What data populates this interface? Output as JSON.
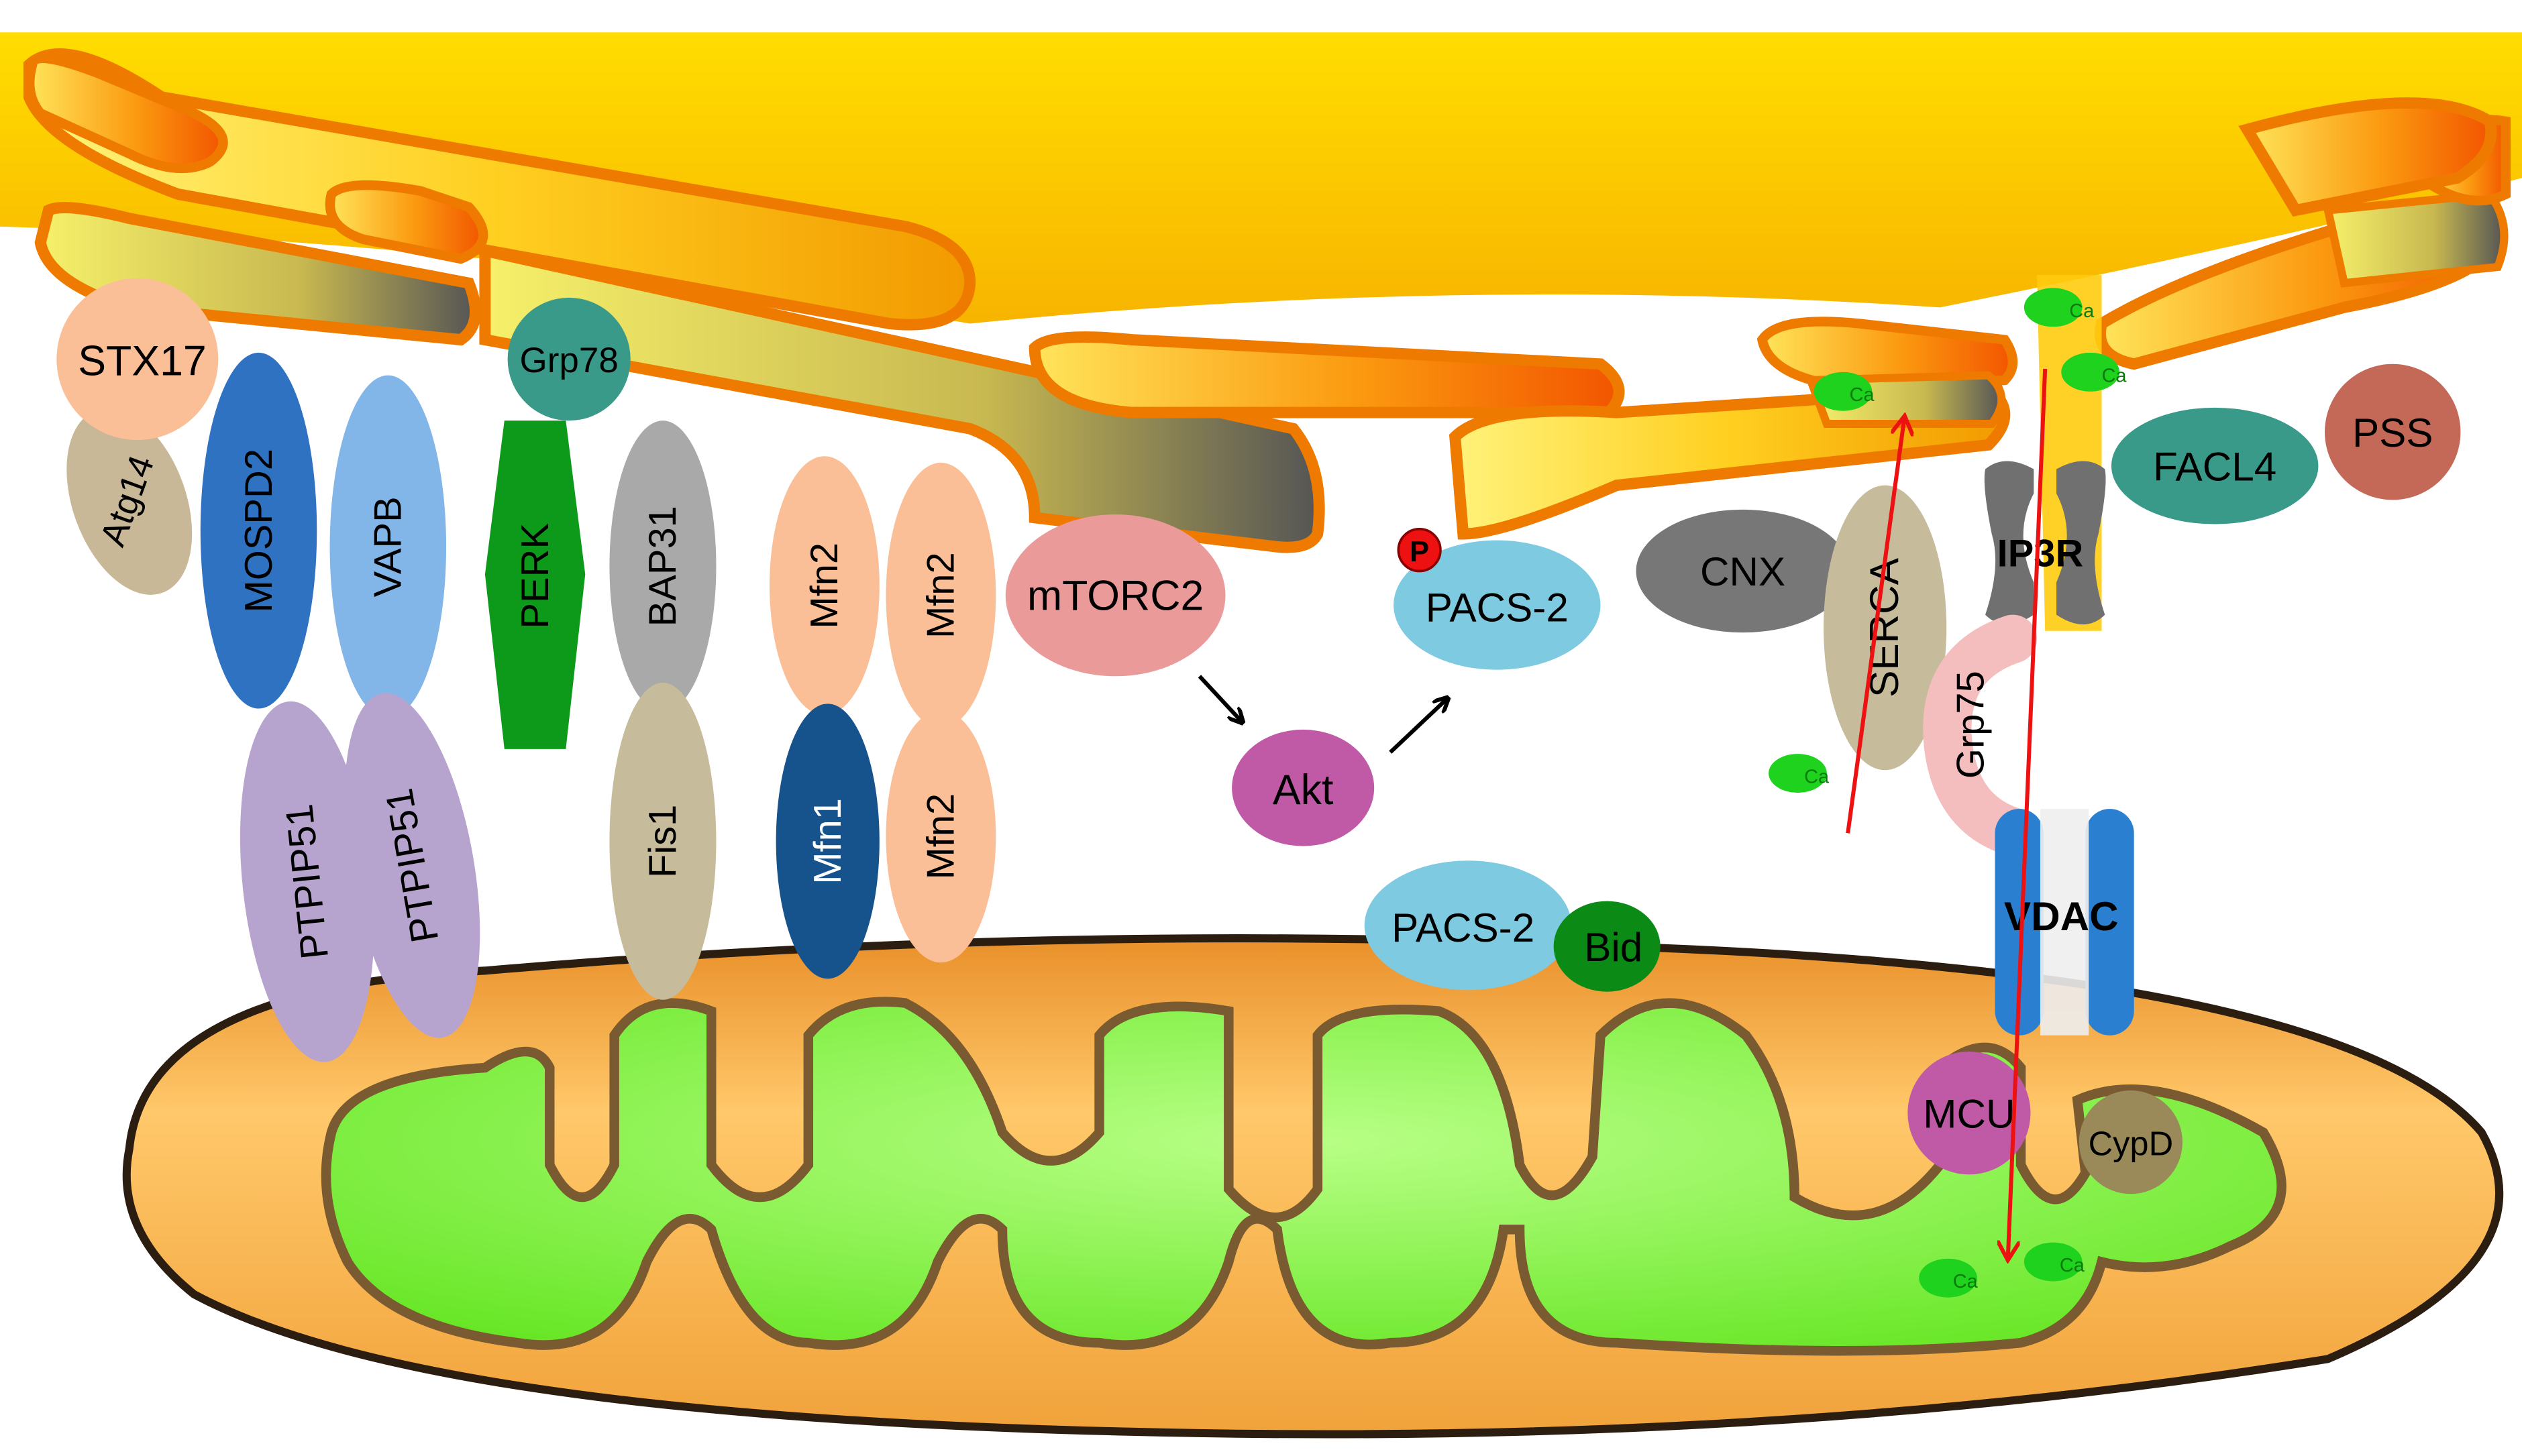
{
  "proteins": {
    "stx17": "STX17",
    "atg14": "Atg14",
    "mospd2": "MOSPD2",
    "vapb": "VAPB",
    "ptpip51_a": "PTPIP51",
    "ptpip51_b": "PTPIP51",
    "grp78": "Grp78",
    "perk": "PERK",
    "bap31": "BAP31",
    "fis1": "Fis1",
    "mfn2_a": "Mfn2",
    "mfn2_b": "Mfn2",
    "mfn2_c": "Mfn2",
    "mfn1": "Mfn1",
    "mtorc2": "mTORC2",
    "akt": "Akt",
    "phospho": "P",
    "pacs2_er": "PACS-2",
    "pacs2_mito": "PACS-2",
    "bid": "Bid",
    "cnx": "CNX",
    "serca": "SERCA",
    "ip3r": "IP3R",
    "grp75": "Grp75",
    "vdac": "VDAC",
    "facl4": "FACL4",
    "pss": "PSS",
    "mcu": "MCU",
    "cypd": "CypD"
  },
  "calcium_label": "Ca",
  "colors": {
    "er_lumen": "#ffd21a",
    "er_edge": "#f07d00",
    "mito_outer": "#f5b24a",
    "mito_matrix": "#7cf03c",
    "calcium": "#1ed21e",
    "arrow_red": "#ee1111"
  }
}
